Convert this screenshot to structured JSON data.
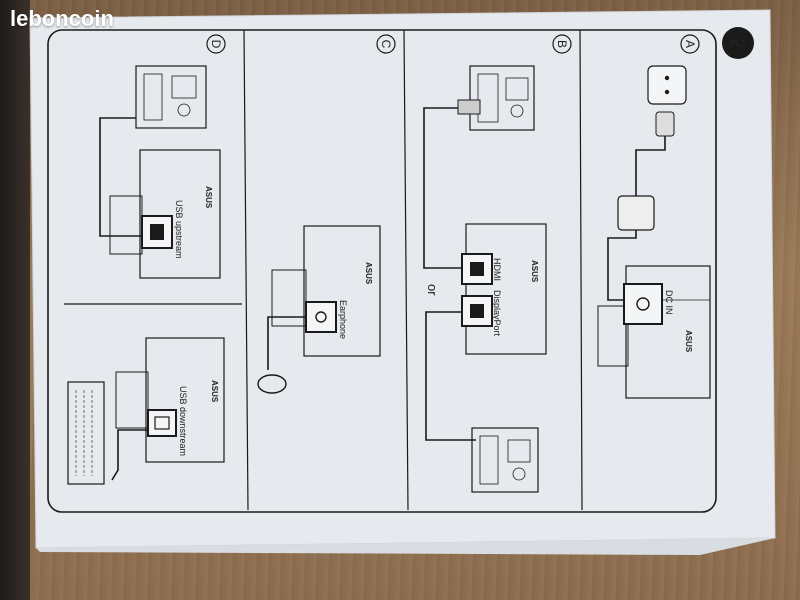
{
  "watermark": "leboncoin",
  "page_number": "2",
  "panels": {
    "a": {
      "letter": "A",
      "port_label": "DC IN"
    },
    "b": {
      "letter": "B",
      "port_label_1": "HDMI",
      "port_label_2": "DisplayPort",
      "separator": "or"
    },
    "c": {
      "letter": "C",
      "port_label": "Earphone"
    },
    "d": {
      "letter": "D",
      "port_label_up": "USB upstream",
      "port_label_down": "USB downstream"
    }
  },
  "brand": "ASUS",
  "colors": {
    "paper": "#e9ecf0",
    "line": "#1a1a1a",
    "wood": "#8a6a4c"
  }
}
